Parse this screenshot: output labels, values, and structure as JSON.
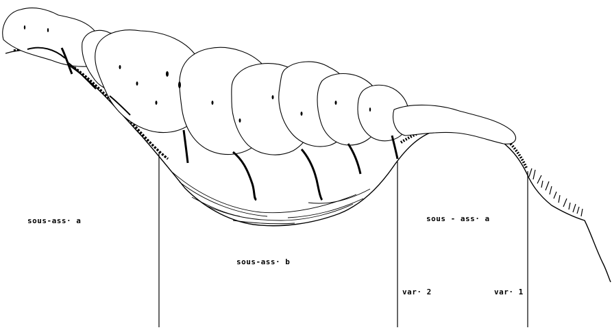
{
  "labels": {
    "sous_ass_a_left": "sous-ass· a",
    "sous_ass_b": "sous-ass· b",
    "sous_ass_a_right": "sous - ass· a",
    "var_2": "var· 2",
    "var_1": "var· 1"
  },
  "colors": {
    "ink": "#000000",
    "background": "#ffffff"
  }
}
